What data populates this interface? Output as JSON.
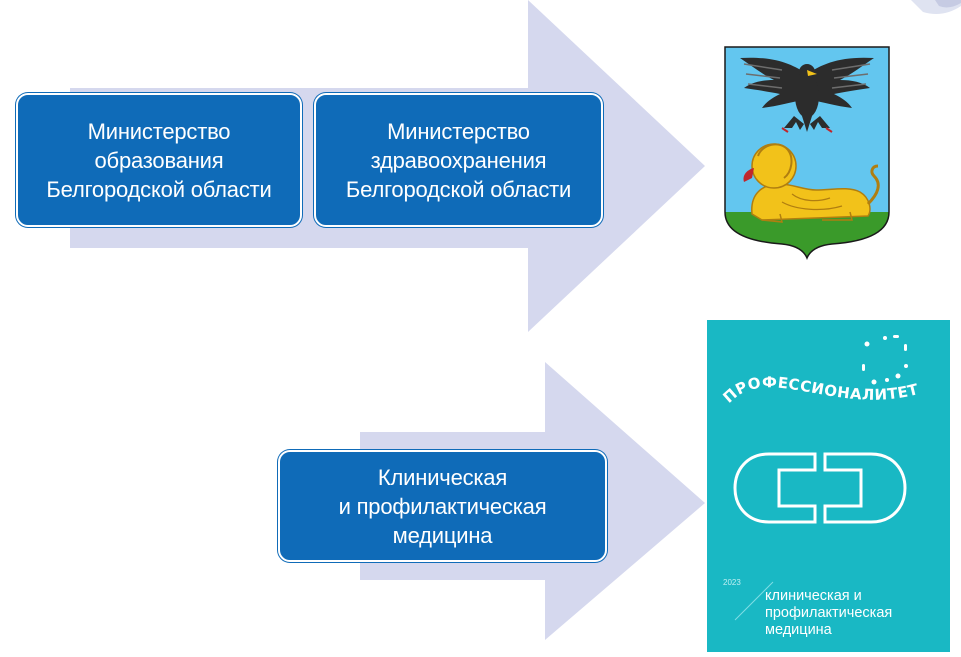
{
  "boxes": {
    "education": {
      "lines": [
        "Министерство",
        "образования",
        "Белгородской области"
      ]
    },
    "health": {
      "lines": [
        "Министерство",
        "здравоохранения",
        "Белгородской области"
      ]
    },
    "clinical": {
      "lines": [
        "Клиническая",
        "и профилактическая",
        "медицина"
      ]
    }
  },
  "cover": {
    "arc_text": "ПРОФЕССИОНАЛИТЕТ",
    "year": "2023",
    "caption_lines": [
      "клиническая и",
      "профилактическая",
      "медицина"
    ]
  },
  "colors": {
    "arrow": "#d5d8ee",
    "box": "#0f6bb8",
    "cover": "#19b8c4",
    "coat_field": "#63c6ef",
    "coat_ground": "#3a9a2a",
    "lion": "#f2c21a"
  },
  "icons": {
    "coat_of_arms": "belgorod-coat-of-arms-icon",
    "professionalitet_logo": "professionalitet-logo-icon"
  }
}
